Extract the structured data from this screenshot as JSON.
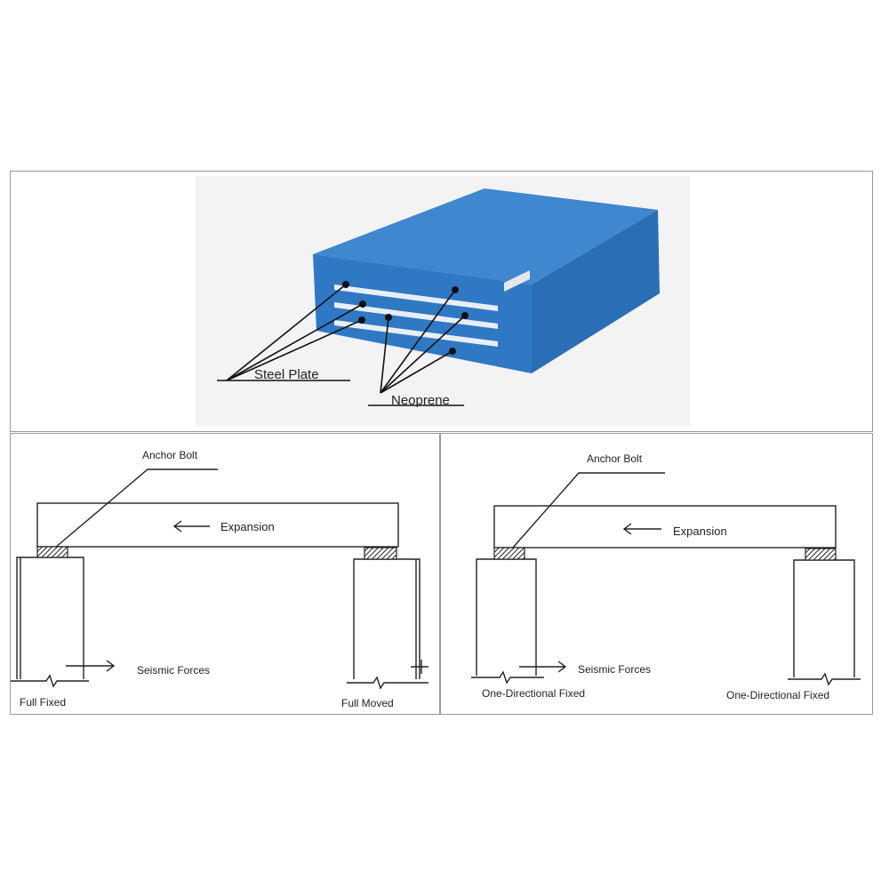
{
  "photo_panel": {
    "steel_plate_label": "Steel Plate",
    "neoprene_label": "Neoprene",
    "colors": {
      "bearing_top": "#3f87cf",
      "bearing_front": "#2f79c4",
      "bearing_side": "#2a6fb6",
      "plate_stripe": "#e8eef5"
    }
  },
  "left_diagram": {
    "anchor_bolt_label": "Anchor  Bolt",
    "expansion_label": "Expansion",
    "seismic_label": "Seismic Forces",
    "left_support_label": "Full Fixed",
    "right_support_label": "Full Moved"
  },
  "right_diagram": {
    "anchor_bolt_label": "Anchor Bolt",
    "expansion_label": "Expansion",
    "seismic_label": "Seismic Forces",
    "left_support_label": "One-Directional  Fixed",
    "right_support_label": "One-Directional  Fixed"
  }
}
